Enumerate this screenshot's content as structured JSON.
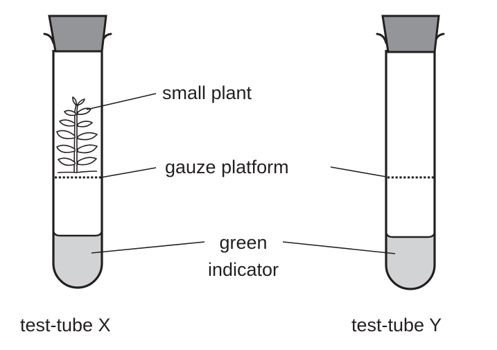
{
  "diagram": {
    "title": "",
    "labels": {
      "small_plant": "small plant",
      "gauze_platform": "gauze platform",
      "indicator_line1": "green",
      "indicator_line2": "indicator"
    },
    "tubes": [
      {
        "id": "X",
        "caption": "test-tube X",
        "contains_plant": true,
        "has_gauze_platform": true,
        "has_indicator": true,
        "stoppered": true
      },
      {
        "id": "Y",
        "caption": "test-tube Y",
        "contains_plant": false,
        "has_gauze_platform": true,
        "has_indicator": true,
        "stoppered": true
      }
    ],
    "colors": {
      "outline": "#231f20",
      "stopper": "#939598",
      "indicator_liquid": "#d1d3d4",
      "background": "#ffffff"
    }
  }
}
